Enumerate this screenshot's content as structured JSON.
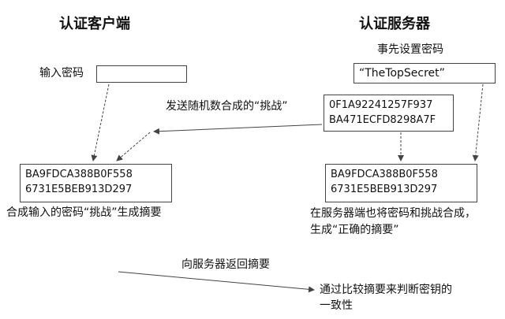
{
  "client": {
    "title": "认证客户端",
    "password_label": "输入密码",
    "password_value": "",
    "digest_line1": "BA9FDCA388B0F558",
    "digest_line2": "6731E5BEB913D297",
    "digest_caption": "合成输入的密码“挑战”生成摘要"
  },
  "server": {
    "title": "认证服务器",
    "preset_label": "事先设置密码",
    "preset_value": "“TheTopSecret”",
    "challenge_line1": "0F1A92241257F937",
    "challenge_line2": "BA471ECFD8298A7F",
    "digest_line1": "BA9FDCA388B0F558",
    "digest_line2": "6731E5BEB913D297",
    "digest_caption_line1": "在服务器端也将密码和挑战合成，",
    "digest_caption_line2": "生成“正确的摘要”"
  },
  "flow": {
    "send_challenge": "发送随机数合成的“挑战”",
    "return_digest": "向服务器返回摘要",
    "compare_line1": "通过比较摘要来判断密钥的",
    "compare_line2": "一致性"
  },
  "colors": {
    "stroke": "#444444",
    "text": "#111111"
  }
}
